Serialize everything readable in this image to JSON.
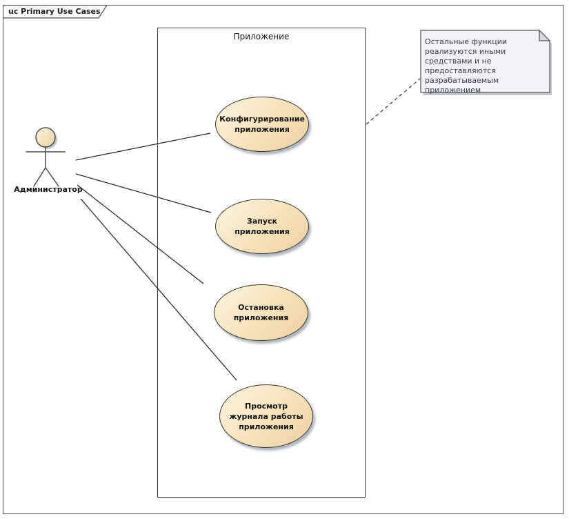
{
  "frame": {
    "title": "uc Primary Use Cases"
  },
  "boundary": {
    "label": "Приложение"
  },
  "actor": {
    "label": "Администратор"
  },
  "use_cases": [
    {
      "label": "Конфигурирование приложения"
    },
    {
      "label": "Запуск приложения"
    },
    {
      "label": "Остановка приложения"
    },
    {
      "label": "Просмотр журнала работы приложения"
    }
  ],
  "note": {
    "text": "Остальные функции реализуются иными средствами и не предоставляются разрабатываемым приложением"
  },
  "colors": {
    "node_fill_light": "#fdf5e1",
    "node_fill_dark": "#ecd1a0",
    "node_border": "#35342b",
    "note_fill": "#f3f0f8",
    "note_fold": "#dcd8e6",
    "note_border": "#51525e",
    "note_text": "#39424e",
    "line": "#1f1f1f"
  }
}
